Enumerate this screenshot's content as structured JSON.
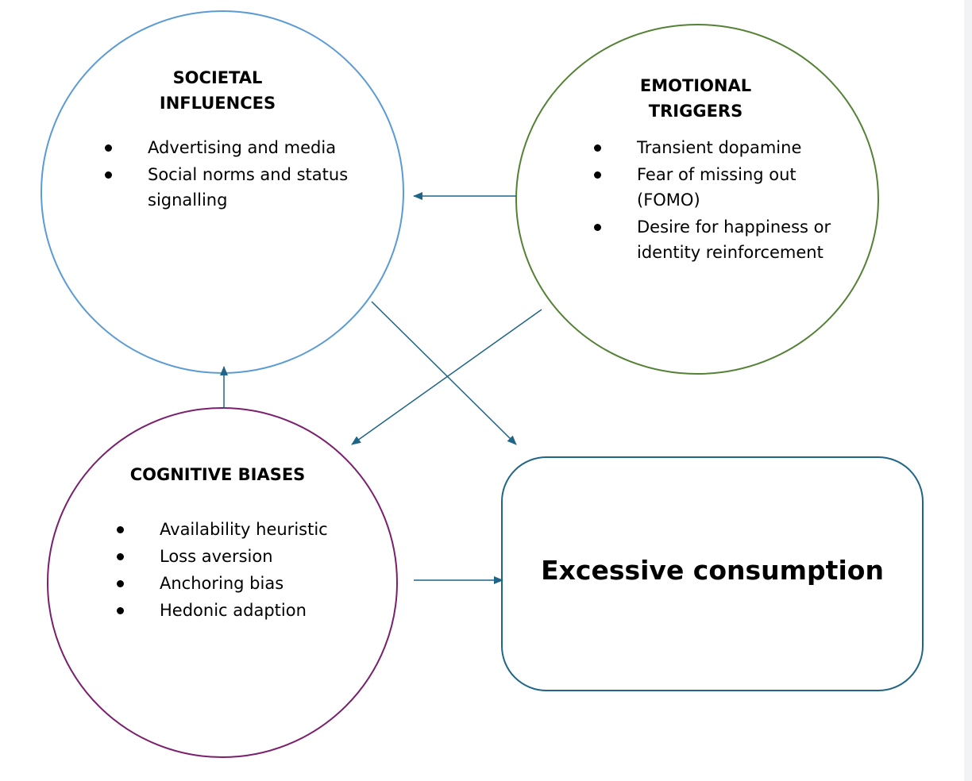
{
  "diagram": {
    "colors": {
      "societal": "#5b9bd5",
      "emotional": "#548235",
      "cognitive": "#7a1f6e",
      "outcome": "#1f6587",
      "arrow": "#1f6587"
    },
    "societal": {
      "title_line1": "SOCIETAL",
      "title_line2": "INFLUENCES",
      "items": [
        "Advertising and media",
        "Social norms and status",
        "signalling"
      ]
    },
    "emotional": {
      "title_line1": "EMOTIONAL",
      "title_line2": "TRIGGERS",
      "items": [
        "Transient dopamine",
        "Fear of missing out",
        "(FOMO)",
        "Desire for happiness or",
        "identity reinforcement"
      ]
    },
    "cognitive": {
      "title": "COGNITIVE BIASES",
      "items": [
        "Availability heuristic",
        "Loss aversion",
        "Anchoring bias",
        "Hedonic adaption"
      ]
    },
    "outcome": {
      "label": "Excessive consumption"
    }
  }
}
